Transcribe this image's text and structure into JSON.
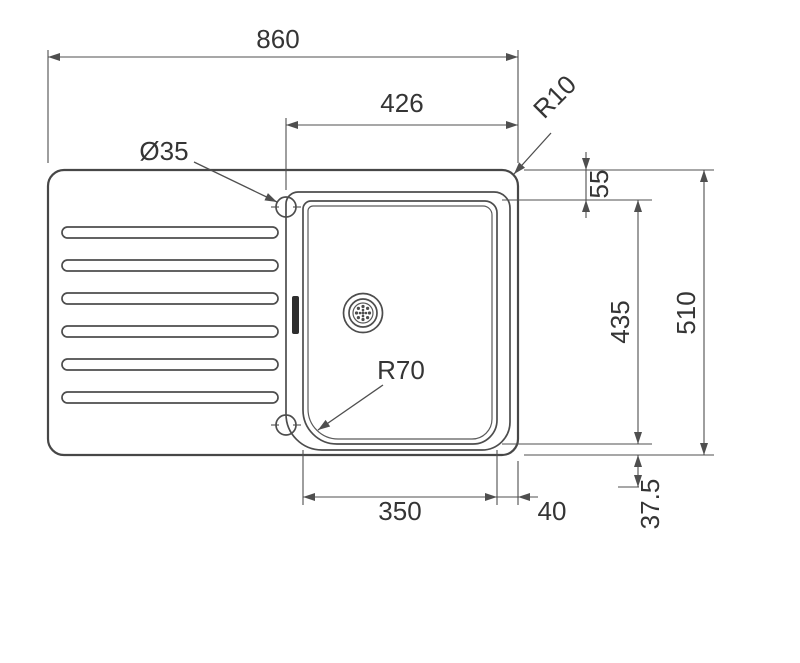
{
  "drawing": {
    "type": "sink-dimension-diagram",
    "labels": {
      "overall_width": "860",
      "upper_width": "426",
      "corner_radius": "R10",
      "hole_diameter": "Ø35",
      "top_offset": "55",
      "bowl_length": "435",
      "overall_depth": "510",
      "bowl_radius": "R70",
      "bowl_width": "350",
      "right_offset": "40",
      "bottom_offset": "37.5"
    },
    "colors": {
      "background": "#ffffff",
      "line": "#4d4d4d",
      "text": "#353535"
    }
  }
}
